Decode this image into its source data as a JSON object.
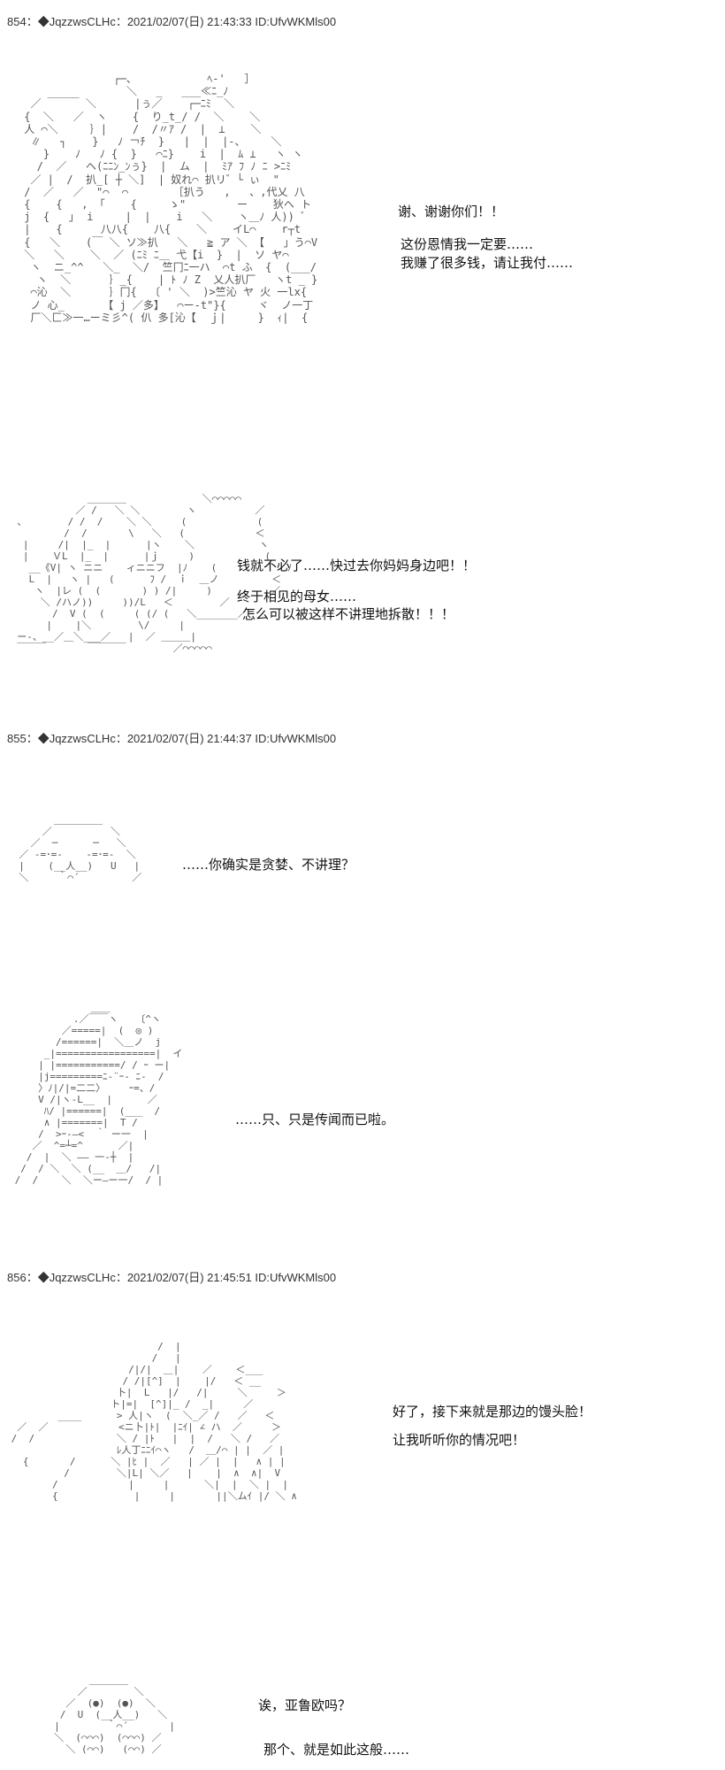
{
  "posts": [
    {
      "header": "854：◆JqzzwsCLHc：2021/02/07(日) 21:43:33 ID:UfvWKMls00",
      "scene1": [
        "谢、谢谢你们！！",
        "这份恩情我一定要……",
        "我赚了很多钱，请让我付……"
      ],
      "scene2": [
        "钱就不必了……快过去你妈妈身边吧！！",
        "终于相见的母女……",
        "怎么可以被这样不讲理地拆散！！！"
      ]
    },
    {
      "header": "855：◆JqzzwsCLHc：2021/02/07(日) 21:44:37 ID:UfvWKMls00",
      "scene1": [
        "……你确实是贪婪、不讲理？"
      ],
      "scene2": [
        "……只、只是传闻而已啦。"
      ]
    },
    {
      "header": "856：◆JqzzwsCLHc：2021/02/07(日) 21:45:51 ID:UfvWKMls00",
      "scene1": [
        "好了，接下来就是那边的馒头脸！",
        "让我听听你的情况吧！"
      ],
      "scene2": [
        "诶，亚鲁欧吗？",
        "那个、就是如此这般……"
      ]
    }
  ]
}
